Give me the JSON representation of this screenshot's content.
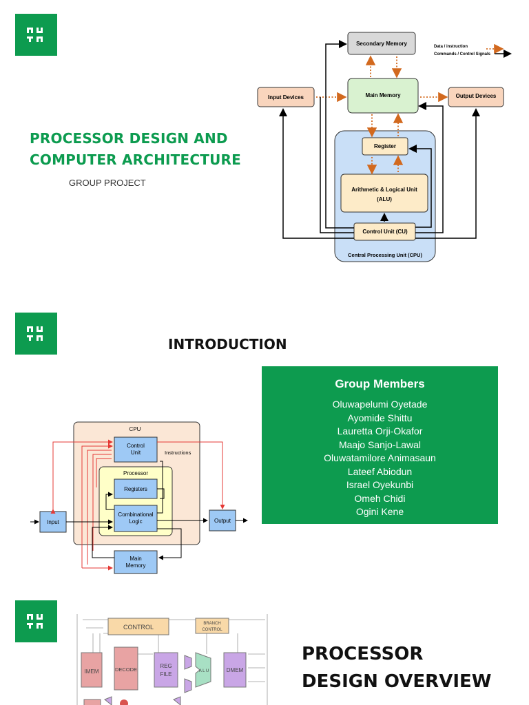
{
  "colors": {
    "brand_green": "#0d9b4f"
  },
  "slide1": {
    "logo_icon": "nutm-logo",
    "title_line1": "PROCESSOR DESIGN AND",
    "title_line2": "COMPUTER ARCHITECTURE",
    "subtitle": "GROUP PROJECT",
    "diagram": {
      "secondary_memory": "Secondary Memory",
      "main_memory": "Main Memory",
      "input_devices": "Input Devices",
      "output_devices": "Output Devices",
      "register": "Register",
      "alu_line1": "Arithmetic & Logical Unit",
      "alu_line2": "(ALU)",
      "control_unit": "Control Unit (CU)",
      "cpu": "Central Processing Unit (CPU)",
      "legend_data": "Data / instruction",
      "legend_control": "Commands / Control Signals"
    }
  },
  "slide2": {
    "heading": "INTRODUCTION",
    "members_title": "Group Members",
    "members": [
      "Oluwapelumi Oyetade",
      "Ayomide Shittu",
      "Lauretta Orji-Okafor",
      "Maajo Sanjo-Lawal",
      "Oluwatamilore Animasaun",
      "Lateef Abiodun",
      "Israel Oyekunbi",
      "Omeh Chidi",
      "Ogini Kene"
    ],
    "diagram": {
      "cpu": "CPU",
      "control_line1": "Control",
      "control_line2": "Unit",
      "instructions": "Instructions",
      "processor": "Processor",
      "registers": "Registers",
      "comb_line1": "Combinational",
      "comb_line2": "Logic",
      "input": "Input",
      "output": "Output",
      "mem_line1": "Main",
      "mem_line2": "Memory"
    }
  },
  "slide3": {
    "heading_line1": "PROCESSOR",
    "heading_line2": "DESIGN OVERVIEW",
    "sketch": {
      "control": "CONTROL",
      "branch_line1": "BRANCH",
      "branch_line2": "CONTROL",
      "imem": "IMEM",
      "decode": "DECODE",
      "reg_line1": "REG",
      "reg_line2": "FILE",
      "alu": "A L U",
      "dmem": "DMEM"
    }
  }
}
